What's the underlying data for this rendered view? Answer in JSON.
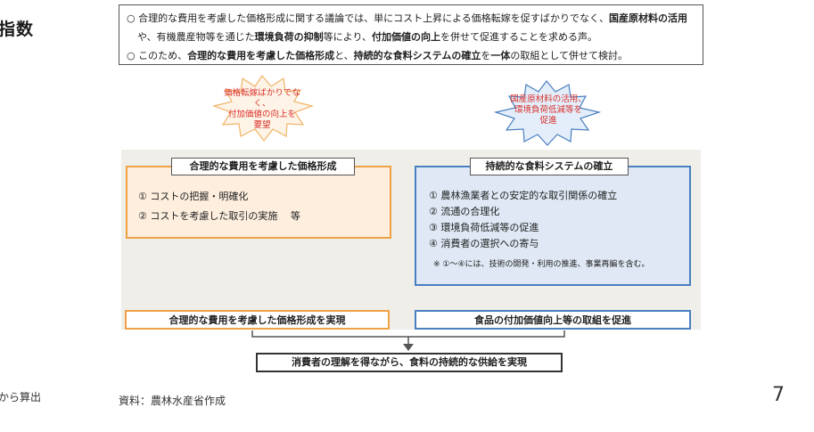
{
  "page": {
    "cut_title": "指数",
    "cut_footnote": "から算出",
    "source": "資料：農林水産省作成",
    "page_number": "7"
  },
  "top_box": {
    "line1_a": "○ 合理的な費用を考慮した価格形成に関する議論では、単にコスト上昇による価格転嫁を促すばかりでなく、",
    "line1_b": "国産原材料の活用",
    "line2_a": "や、有機農産物等を通じた",
    "line2_b": "環境負荷の抑制",
    "line2_c": "等により、",
    "line2_d": "付加価値の向上",
    "line2_e": "を併せて促進することを求める声。",
    "line3_a": "○ このため、",
    "line3_b": "合理的な費用を考慮した価格形成",
    "line3_c": "と、",
    "line3_d": "持続的な食料システムの確立",
    "line3_e": "を",
    "line3_f": "一体",
    "line3_g": "の取組として併せて検討。"
  },
  "bursts": {
    "left": [
      "価格転嫁ばかりでなく、",
      "付加価値の向上を",
      "要望"
    ],
    "right": [
      "国産原材料の活用、",
      "環境負荷低減等を",
      "促進"
    ]
  },
  "left_panel": {
    "header": "合理的な費用を考慮した価格形成",
    "items": [
      "① コストの把握・明確化",
      "② コストを考慮した取引の実施　 等"
    ],
    "result": "合理的な費用を考慮した価格形成を実現"
  },
  "right_panel": {
    "header": "持続的な食料システムの確立",
    "items": [
      "① 農林漁業者との安定的な取引関係の確立",
      "② 流通の合理化",
      "③ 環境負荷低減等の促進",
      "④ 消費者の選択への寄与"
    ],
    "note": "※ ①～④には、技術の開発・利用の推進、事業再編を含む。",
    "result": "食品の付加価値向上等の取組を促進"
  },
  "final": "消費者の理解を得ながら、食料の持続的な供給を実現",
  "colors": {
    "orange": "#f0a145",
    "orange_fill": "#fdeede",
    "blue": "#4a7fc0",
    "blue_fill": "#dfe8f4",
    "accent_red": "#d9302b",
    "panel_bg": "#efeee9"
  }
}
